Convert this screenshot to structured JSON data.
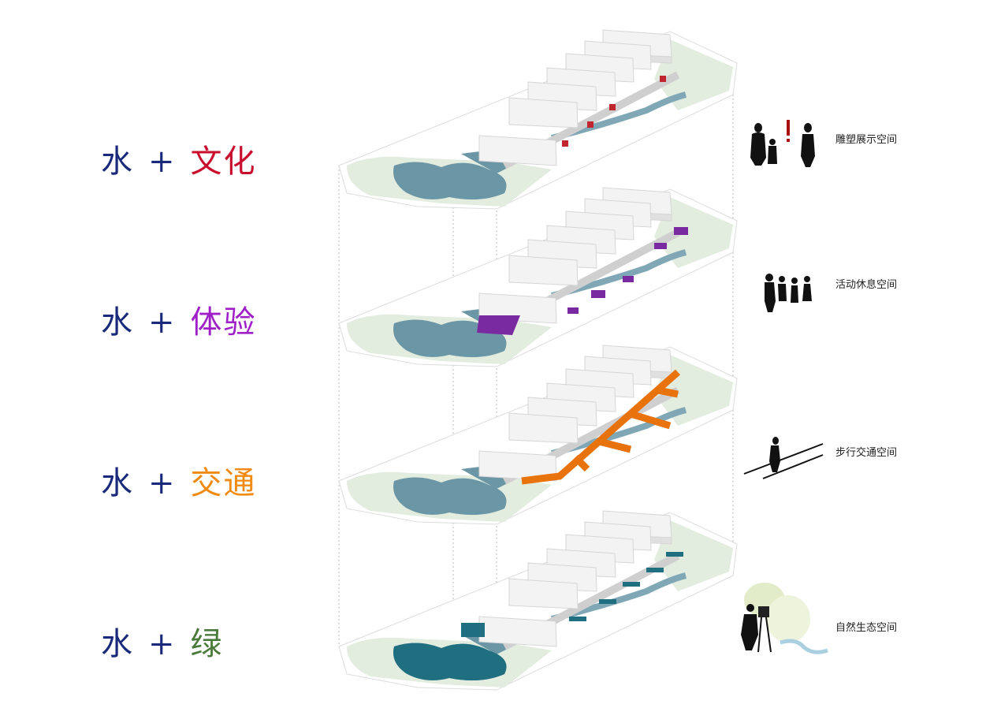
{
  "layers": [
    {
      "water": "水",
      "plus": "+",
      "theme": "文化",
      "theme_color": "#c8102e",
      "accent": "#c0262e",
      "legend_text": "雕塑展示空间",
      "legend_icon": "family-silhouette-icon"
    },
    {
      "water": "水",
      "plus": "+",
      "theme": "体验",
      "theme_color": "#a020c8",
      "accent": "#7a2aa0",
      "legend_text": "活动休息空间",
      "legend_icon": "people-walking-icon"
    },
    {
      "water": "水",
      "plus": "+",
      "theme": "交通",
      "theme_color": "#f08a10",
      "accent": "#e8720c",
      "legend_text": "步行交通空间",
      "legend_icon": "pedestrian-icon"
    },
    {
      "water": "水",
      "plus": "+",
      "theme": "绿",
      "theme_color": "#4a7a3a",
      "accent": "#1f6f80",
      "legend_text": "自然生态空间",
      "legend_icon": "painter-landscape-icon"
    }
  ],
  "colors": {
    "water_text": "#1a2a7a",
    "water_area": "#5f8fa0",
    "green_area": "#dde9d8",
    "building": "#f2f2f2"
  }
}
